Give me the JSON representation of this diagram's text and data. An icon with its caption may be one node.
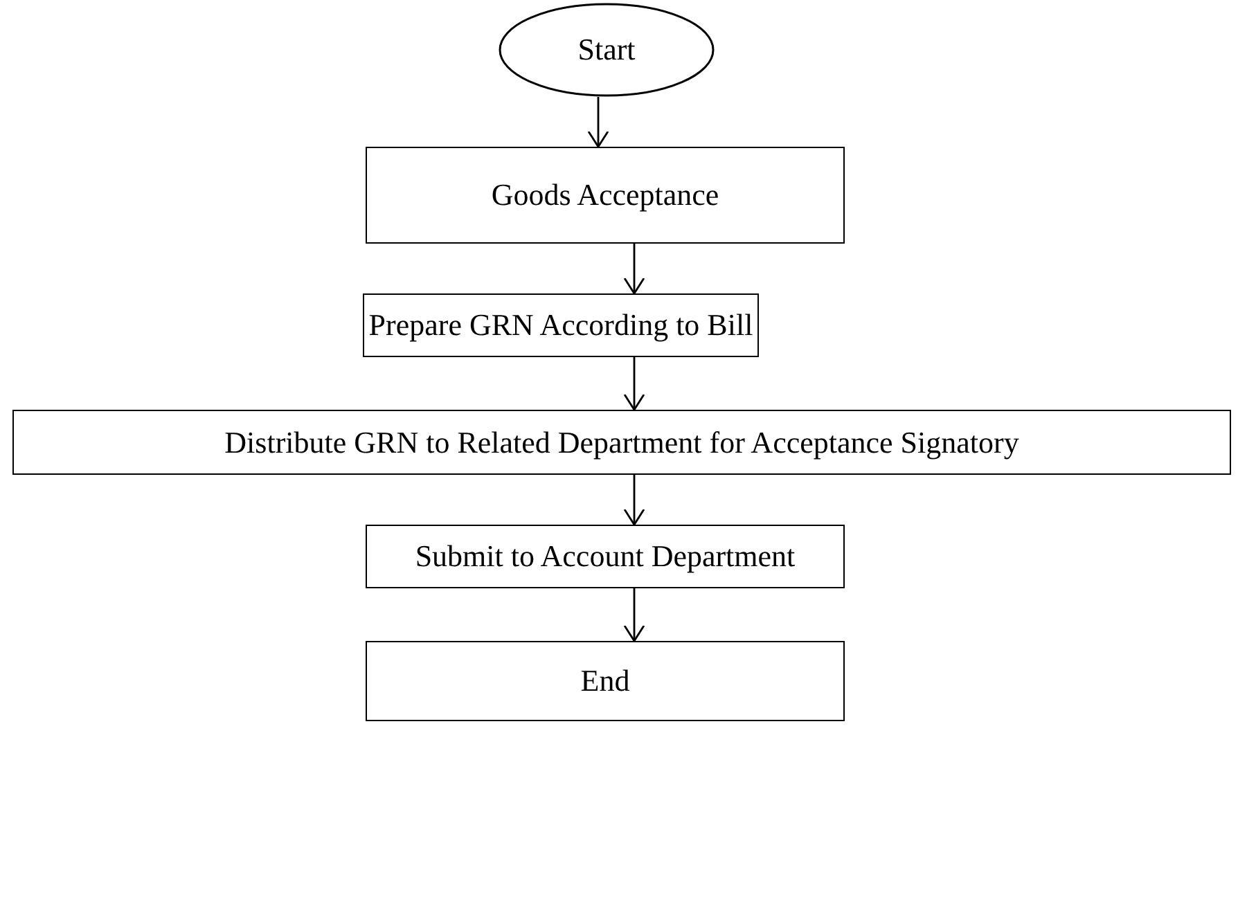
{
  "diagram": {
    "nodes": [
      {
        "text": [
          "Start"
        ]
      },
      {
        "text": [
          "Goods Acceptance"
        ]
      },
      {
        "text": [
          "Prepare GRN According to Bill"
        ]
      },
      {
        "text": [
          "Distribute GRN to Related Department for Acceptance Signatory"
        ]
      },
      {
        "text": [
          "Submit to Account Department"
        ]
      },
      {
        "text": [
          "End"
        ]
      }
    ],
    "edges": [
      {
        "from": 0,
        "to": 1,
        "arrow": "to"
      },
      {
        "from": 1,
        "to": 2,
        "arrow": "to"
      },
      {
        "from": 2,
        "to": 3,
        "arrow": "to"
      },
      {
        "from": 3,
        "to": 4,
        "arrow": "to"
      },
      {
        "from": 4,
        "to": 5,
        "arrow": "to"
      }
    ]
  }
}
